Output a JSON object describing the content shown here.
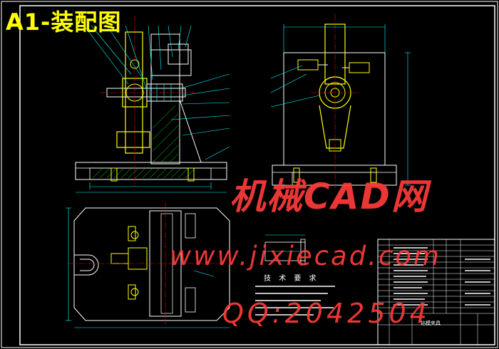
{
  "drawing": {
    "title": "A1-装配图",
    "frame_color": "#ffffff",
    "line_color": "#ffffff",
    "dim_color": "#00ffff",
    "leader_color": "#00ffff",
    "center_color": "#ff0000",
    "part_color": "#ffff00",
    "part_alt_color": "#00ff00"
  },
  "watermark": {
    "line1": "机械CAD网",
    "line2": "www.jixiecad.com",
    "line3": "QQ:2042504",
    "color": "#ff3b3b"
  },
  "tech_notes": {
    "heading": "技 术 要 求"
  },
  "title_block": {
    "name": "钻模夹具"
  }
}
